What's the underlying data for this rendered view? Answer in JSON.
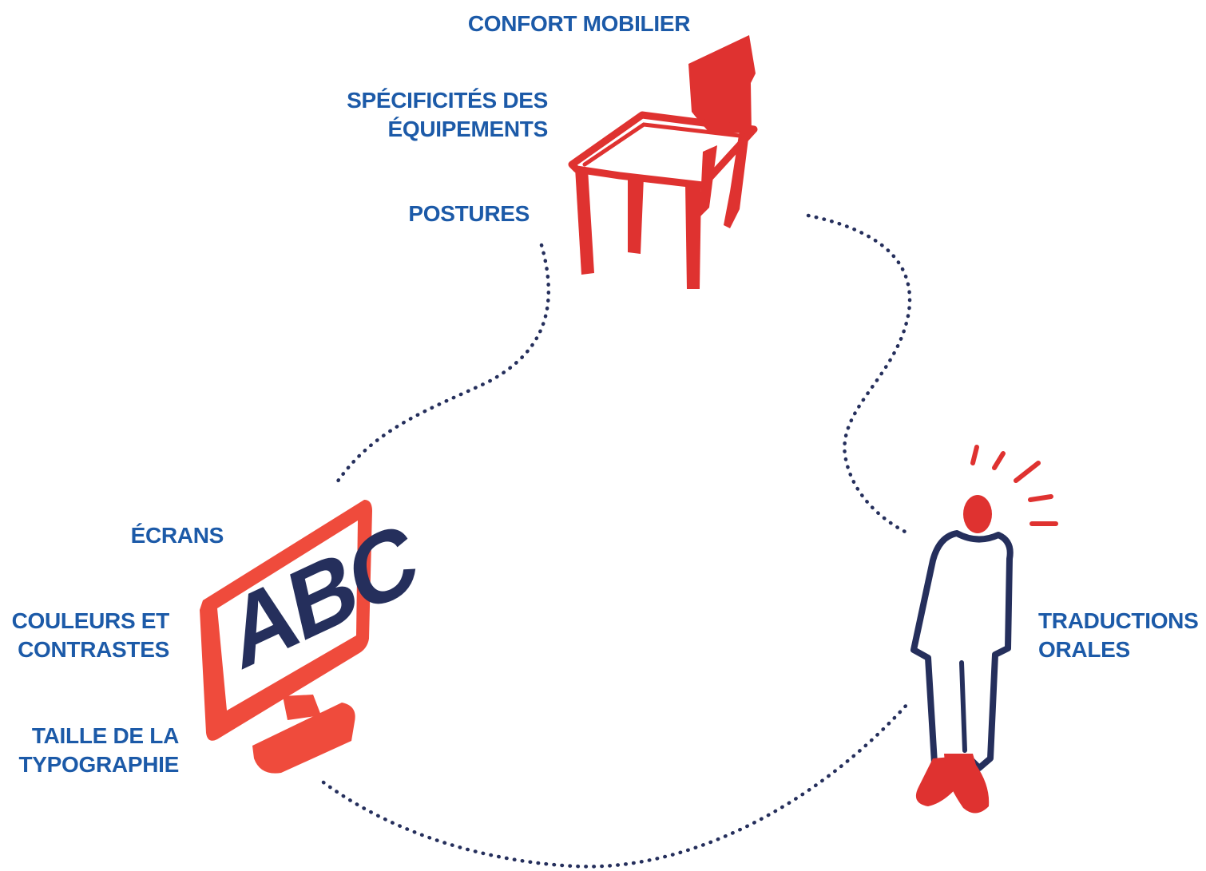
{
  "colors": {
    "label_text": "#1c5aa8",
    "accent_red": "#df3230",
    "screen_orange": "#ef4b3c",
    "navy": "#252f5c",
    "dotted_path": "#252f5c"
  },
  "labels": {
    "confort_mobilier": "CONFORT MOBILIER",
    "specificites": [
      "SPÉCIFICITÉS DES",
      "ÉQUIPEMENTS"
    ],
    "postures": "POSTURES",
    "ecrans": "ÉCRANS",
    "couleurs": [
      "COULEURS ET",
      "CONTRASTES"
    ],
    "taille": [
      "TAILLE DE LA",
      "TYPOGRAPHIE"
    ],
    "traductions": [
      "TRADUCTIONS",
      "ORALES"
    ]
  },
  "illustrations": {
    "chair": {
      "icon": "chair-icon"
    },
    "screen": {
      "icon": "monitor-icon",
      "screen_text": "ABC"
    },
    "person": {
      "icon": "person-speaking-icon"
    }
  }
}
